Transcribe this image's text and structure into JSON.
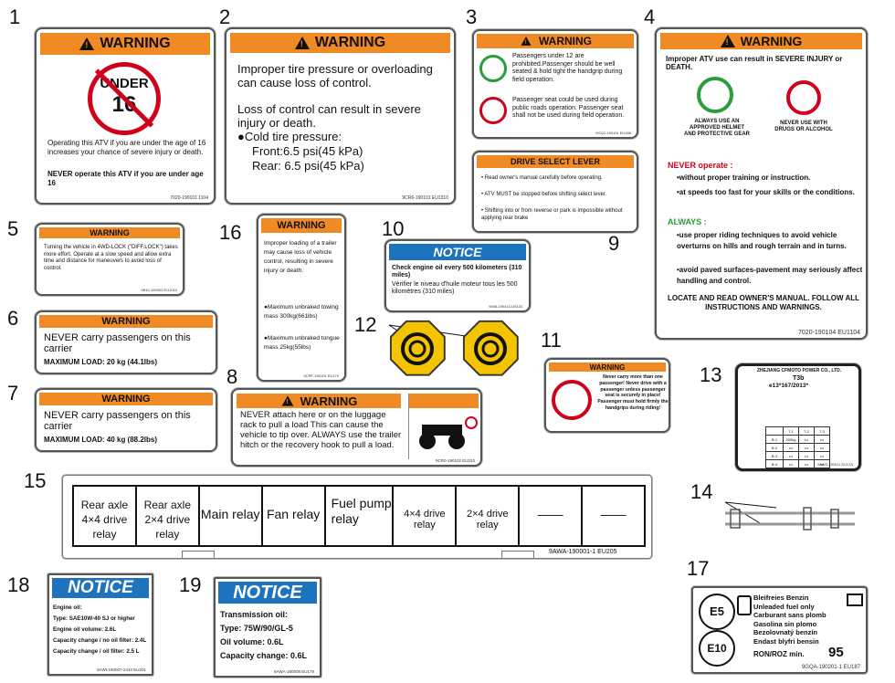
{
  "callouts": [
    "1",
    "2",
    "3",
    "4",
    "5",
    "6",
    "7",
    "8",
    "9",
    "10",
    "11",
    "12",
    "13",
    "14",
    "15",
    "16",
    "17",
    "18",
    "19"
  ],
  "l1": {
    "header": "WARNING",
    "under": "UNDER",
    "age": "16",
    "text": "Operating this ATV if you are under the age of 16 increases your chance of severe injury or death.",
    "never": "NEVER operate this ATV if you are under age 16",
    "code": "7020-190101  1104"
  },
  "l2": {
    "header": "WARNING",
    "text1": "Improper tire pressure or overloading can cause loss of control.",
    "text2": "Loss of control can result in severe injury or death.",
    "cold": "●Cold tire pressure:",
    "front": "Front:6.5 psi(45 kPa)",
    "rear": "Rear: 6.5 psi(45 kPa)",
    "code": "9CR6-190101  EU1310"
  },
  "l3": {
    "header": "WARNING",
    "t1": "Passengers under 12 are prohibited.Passenger should be well seated & hold tight the handgrip during field operation.",
    "t2": "Passenger seat could be used during public roads operation. Passenger seat shall not be used during field operation.",
    "code": "9GQ2-190101  EU188"
  },
  "l4": {
    "header": "WARNING",
    "intro": "Improper ATV use can result in SEVERE INJURY or DEATH.",
    "cap1": "ALWAYS USE AN APPROVED HELMET AND PROTECTIVE GEAR",
    "cap2": "NEVER USE WITH DRUGS OR ALCOHOL",
    "never": "NEVER operate :",
    "n1": "•without proper training or instruction.",
    "n2": "•at speeds too fast for your skills or the conditions.",
    "always": "ALWAYS :",
    "a1": "•use proper riding techniques to avoid vehicle overturns on hills and rough terrain and in turns.",
    "a2": "•avoid paved surfaces-pavement may seriously affect handling and control.",
    "locate": "LOCATE AND READ OWNER'S MANUAL. FOLLOW ALL INSTRUCTIONS AND WARNINGS.",
    "code": "7020-190104  EU1104"
  },
  "l5": {
    "header": "WARNING",
    "text": "Turning the vehicle in 4WD-LOCK (\"DIFF.LOCK\") takes more effort. Operate at a slow speed and allow extra time and distance for maneuvers to avoid loss of control.",
    "code": "9B10-190002  EU1010"
  },
  "l6": {
    "header": "WARNING",
    "text": "NEVER carry passengers on this carrier",
    "load": "MAXIMUM LOAD: 20 kg (44.1lbs)"
  },
  "l7": {
    "header": "WARNING",
    "text": "NEVER carry passengers on this carrier",
    "load": "MAXIMUM LOAD: 40 kg (88.2lbs)"
  },
  "l8": {
    "header": "WARNING",
    "text": "NEVER attach here or on the luggage rack to pull a load This can cause the vehicle to tip over. ALWAYS use the trailer hitch or the recovery hook to pull a load.",
    "code": "9CR0-190102  EU153"
  },
  "l9": {
    "header": "DRIVE SELECT LEVER",
    "b1": "• Read owner's manual carefully before operating.",
    "b2": "• ATV MUST be stopped before shifting select lever.",
    "b3": "• Shifting into or from reverse or park is impossible without applying rear brake"
  },
  "l10": {
    "header": "NOTICE",
    "t1": "Check engine oil every 500 kilometers (310 miles)",
    "t2": "Vérifier le niveau d'huile moteur tous les 500 kilomètres (310 miles)",
    "code": "9058-190413-US13C"
  },
  "l11": {
    "header": "WARNING",
    "text": "Never carry more than one passenger! Never drive with a passenger unless passenger seat is securely in place! Passenger must hold firmly the handgrips during riding!"
  },
  "l13": {
    "title": "ZHEJIANG CFMOTO POWER CO., LTD.",
    "type": "T3b",
    "cert": "e13*167/2013*",
    "cols": [
      "T-1",
      "T-2",
      "T-3"
    ],
    "rows": [
      [
        "B-1",
        "300kg",
        "•••",
        "•••"
      ],
      [
        "B-2",
        "•••",
        "•••",
        "•••"
      ],
      [
        "B-3",
        "•••",
        "•••",
        "•••"
      ],
      [
        "B-4",
        "•••",
        "•••",
        "•••"
      ]
    ],
    "code": "9AW3-190011  EU17A"
  },
  "l15": {
    "cells": [
      "Rear axle\n4×4 drive relay",
      "Rear axle\n2×4 drive relay",
      "Main relay",
      "Fan relay",
      "Fuel pump\nrelay",
      "4×4 drive relay",
      "2×4 drive relay",
      "——",
      "——"
    ],
    "code": "9AWA-190001-1   EU205"
  },
  "l16": {
    "header": "WARNING",
    "t1": "Improper loading of a trailer may cause loss of vehicle control, resulting in severe injury or death.",
    "t2": "●Maximum unbraked towing mass 300kg(661lbs)",
    "t3": "●Maximum unbraked tongue mass 25kg(55lbs)",
    "code": "9CRF-190101  EU179"
  },
  "l17": {
    "e5": "E5",
    "e10": "E10",
    "lines": [
      "Bleifreies Benzin",
      "Unleaded fuel only",
      "Carburant sans plomb",
      "Gasolina sin plomo",
      "Bezolovnatý benzín",
      "Endast blyfri bensin"
    ],
    "ron": "RON/ROZ min.",
    "ronval": "95",
    "code": "9GQA-190201-1  EU187"
  },
  "l18": {
    "header": "NOTICE",
    "lines": [
      "Engine oil:",
      "Type: SAE10W-40 SJ or higher",
      "Engine oil volume:  2.6L",
      "Capacity change / no oil filter: 2.4L",
      "Capacity change / oil filter: 2.5 L"
    ],
    "code": "9AWt-190007-2410  EU201"
  },
  "l19": {
    "header": "NOTICE",
    "lines": [
      "Transmission oil:",
      "Type: 75W/90/GL-5",
      "Oil volume:  0.6L",
      "Capacity change: 0.6L"
    ],
    "code": "9AWA-190008  EU179"
  },
  "colors": {
    "orange": "#f08a24",
    "blue": "#1e73be",
    "red": "#d0021b",
    "yellow": "#f2c500"
  }
}
